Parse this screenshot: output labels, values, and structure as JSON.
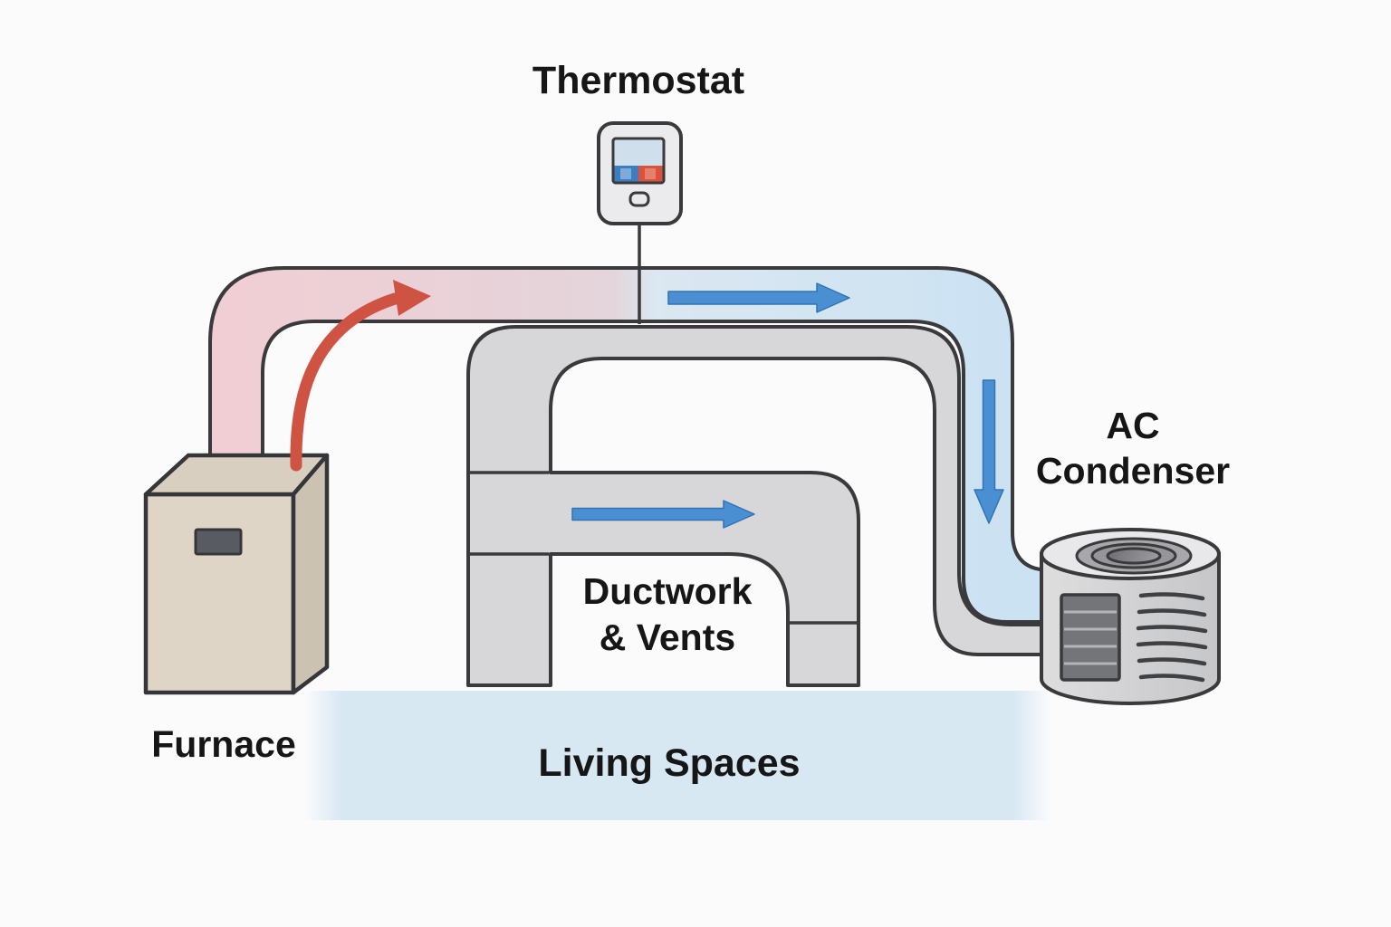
{
  "diagram": {
    "type": "hvac-system-diagram",
    "labels": {
      "thermostat": "Thermostat",
      "furnace": "Furnace",
      "ac_condenser_line1": "AC",
      "ac_condenser_line2": "Condenser",
      "ductwork_line1": "Ductwork",
      "ductwork_line2": "& Vents",
      "living_spaces": "Living Spaces"
    },
    "colors": {
      "background": "#fbfbfc",
      "outline": "#3a3a3c",
      "warm_air_duct": "#f1ced3",
      "cool_air_duct": "#cbe2f3",
      "duct_gray": "#d7d7d9",
      "warm_arrow": "#cf5342",
      "cool_arrow": "#4a8fd2",
      "living_spaces_band": "#d8e8f3",
      "furnace_front": "#ded5c6",
      "furnace_top": "#d8cfc0",
      "furnace_side": "#cbc2b2",
      "furnace_vent": "#585c62",
      "condenser_top": "#e8e8ea",
      "condenser_grille": "#737578",
      "thermostat_body": "#ebebed",
      "thermostat_screen": "#cfe0ec",
      "thermostat_cool_button": "#3c7cc0",
      "thermostat_heat_button": "#d8523c"
    },
    "flows": [
      {
        "name": "warm-air-from-furnace",
        "direction": "up-right",
        "color_key": "warm_arrow"
      },
      {
        "name": "cool-air-across-top",
        "direction": "right",
        "color_key": "cool_arrow"
      },
      {
        "name": "supply-air-through-duct",
        "direction": "right",
        "color_key": "cool_arrow"
      },
      {
        "name": "air-down-to-condenser",
        "direction": "down",
        "color_key": "cool_arrow"
      }
    ]
  }
}
